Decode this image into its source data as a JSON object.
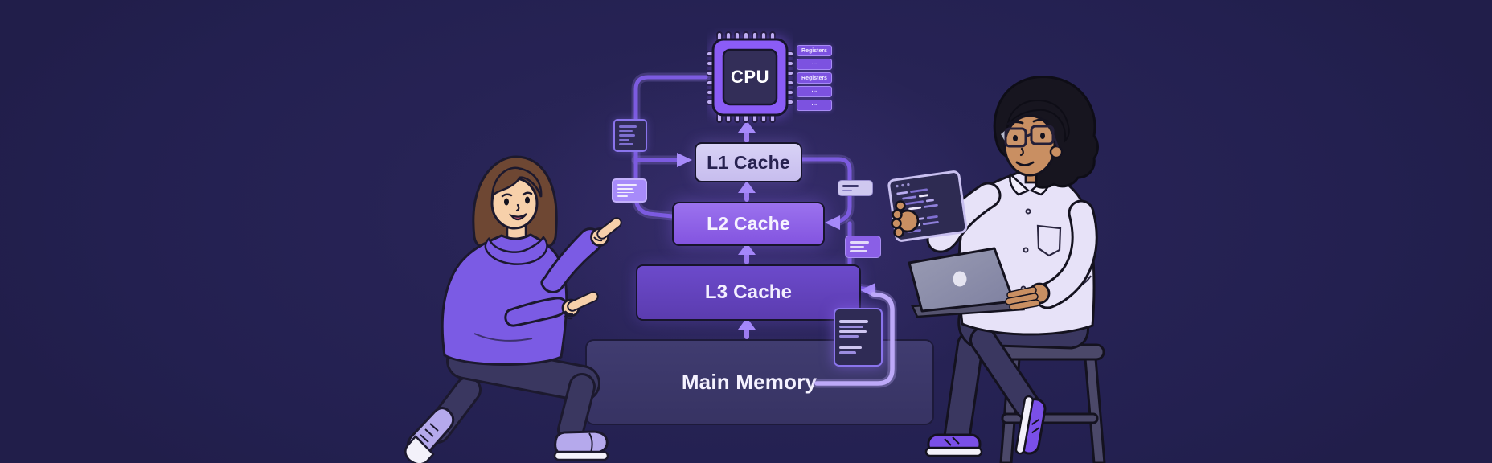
{
  "scene": {
    "background": "#262253",
    "accent_purple": "#8b5cf6",
    "wire_color": "#7c5be0",
    "arrow_color": "#a78bfa",
    "bright_wire_color": "#bda9f8"
  },
  "diagram": {
    "cpu_label": "CPU",
    "registers": [
      "Registers",
      "···",
      "Registers",
      "···",
      "···"
    ],
    "l1_label": "L1 Cache",
    "l2_label": "L2 Cache",
    "l3_label": "L3 Cache",
    "main_label": "Main Memory",
    "level_colors": {
      "l1": "#cfc7f2",
      "l2": "#8a5fe6",
      "l3": "#6243bc",
      "main": "#3b3768"
    }
  },
  "illustration": {
    "left_person": "woman in purple hoodie pointing at diagram",
    "right_person": "man with glasses on stool holding code tablet with laptop"
  }
}
